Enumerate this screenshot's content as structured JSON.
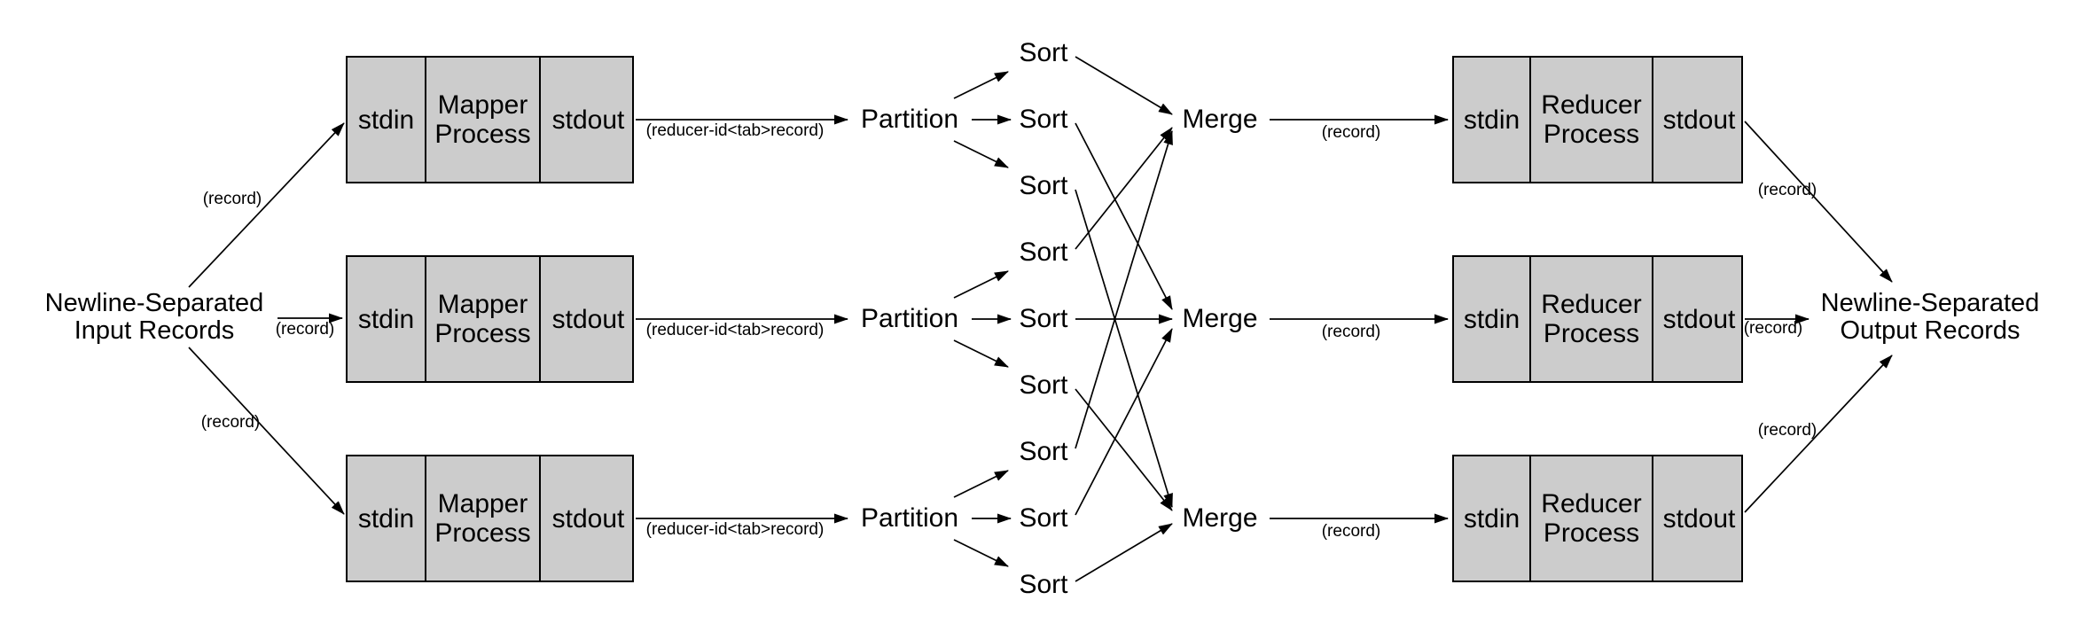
{
  "diagram": {
    "kind": "mapreduce-streaming-dataflow",
    "pipeline_count": 3,
    "sorts_per_partition": 3
  },
  "nodes": {
    "input_label": "Newline-Separated Input Records",
    "output_label": "Newline-Separated Output Records",
    "stdin": "stdin",
    "stdout": "stdout",
    "mapper_process": "Mapper Process",
    "reducer_process": "Reducer Process",
    "partition": "Partition",
    "sort": "Sort",
    "merge": "Merge"
  },
  "edge_labels": {
    "record": "(record)",
    "reducer_id_record": "(reducer-id<tab>record)"
  },
  "colors": {
    "background": "#ffffff",
    "box_fill": "#cccccc",
    "box_border": "#000000",
    "text": "#000000",
    "arrow": "#000000"
  }
}
